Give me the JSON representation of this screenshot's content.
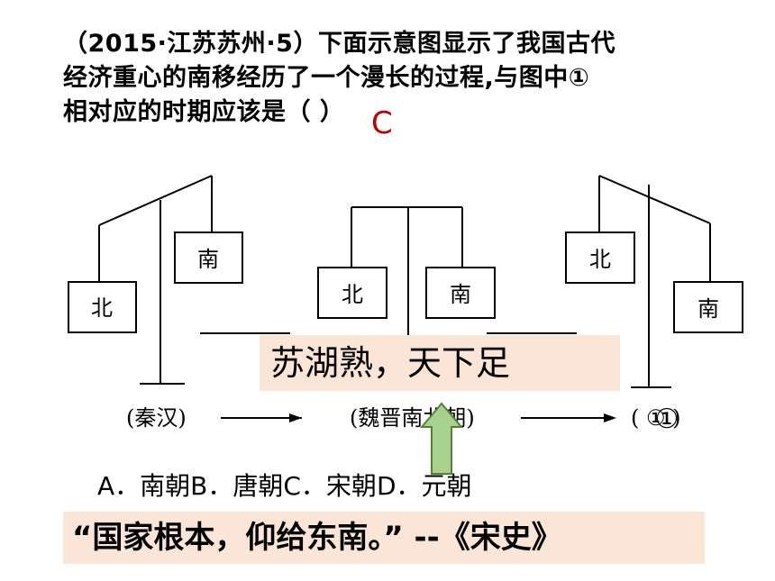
{
  "question": {
    "line1": "（2015·江苏苏州·5）下面示意图显示了我国古代",
    "line2": "经济重心的南移经历了一个漫长的过程,与图中①",
    "line3": "相对应的时期应该是（      ）",
    "answer": "C"
  },
  "diagram": {
    "north": "北",
    "south": "南",
    "period1": "(秦汉)",
    "period2": "(魏晋南北朝)",
    "period3": "( ① )",
    "circle_label": "①"
  },
  "quote1": "苏湖熟，天下足",
  "choices": [
    "A．南朝",
    "B．唐朝",
    "C．宋朝",
    "D．元朝"
  ],
  "quote2": "“国家根本，仰给东南。” --《宋史》",
  "colors": {
    "quote_bg": "#fbe5d6",
    "answer": "#c00000",
    "arrow_fill": "#a9d18e",
    "arrow_stroke": "#548235"
  }
}
